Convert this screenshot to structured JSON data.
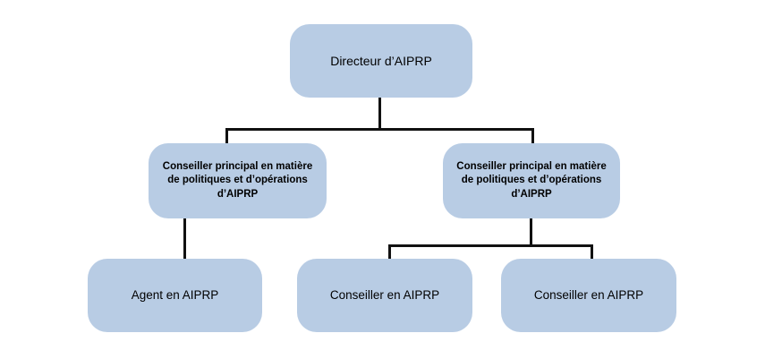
{
  "diagram": {
    "type": "organizational-chart",
    "language": "fr",
    "background_color": "#ffffff",
    "node_fill_color": "#b8cce4",
    "connector_color": "#111111",
    "text_color": "#000000",
    "nodes": {
      "director": {
        "label": "Directeur d’AIPRP",
        "level": 1
      },
      "senior_advisor_left": {
        "label": "Conseiller principal en matière de politiques et d’opérations d’AIPRP",
        "level": 2
      },
      "senior_advisor_right": {
        "label": "Conseiller principal en matière de politiques et d’opérations d’AIPRP",
        "level": 2
      },
      "agent": {
        "label": "Agent en AIPRP",
        "level": 3
      },
      "advisor_one": {
        "label": "Conseiller en AIPRP",
        "level": 3
      },
      "advisor_two": {
        "label": "Conseiller en AIPRP",
        "level": 3
      }
    }
  }
}
